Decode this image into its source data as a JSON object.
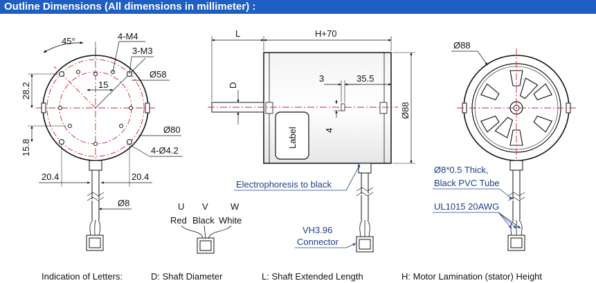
{
  "header": {
    "title": "Outline Dimensions (All dimensions in millimeter) :"
  },
  "front_view": {
    "angle": "45°",
    "holes_a": "4-M4",
    "holes_b": "3-M3",
    "pcd_58": "Ø58",
    "pcd_80": "Ø80",
    "holes_c": "4-Ø4.2",
    "d_15": "15",
    "d_28_2": "28.2",
    "d_15_8": "15.8",
    "d_20_4_left": "20.4",
    "d_20_4_right": "20.4",
    "cable_dia": "Ø8"
  },
  "side_view": {
    "L": "L",
    "H70": "H+70",
    "D": "D",
    "d_3": "3",
    "d_35_5": "35.5",
    "d_4": "4",
    "dia_88": "Ø88",
    "label_text": "Label",
    "note_electro": "Electrophoresis to black",
    "note_connector_1": "VH3.96",
    "note_connector_2": "Connector"
  },
  "wires": {
    "U": "U",
    "V": "V",
    "W": "W",
    "red": "Red",
    "black": "Black",
    "white": "White"
  },
  "rear_view": {
    "dia_88": "Ø88",
    "tube_1": "Ø8*0.5 Thick,",
    "tube_2": "Black PVC Tube",
    "awg": "UL1015 20AWG"
  },
  "footer": {
    "indication": "Indication of Letters:",
    "d_def": "D: Shaft Diameter",
    "l_def": "L: Shaft Extended Length",
    "h_def": "H: Motor Lamination (stator) Height"
  },
  "colors": {
    "header": "#1f5ec3",
    "note": "#1c3f8c",
    "center": "#d0202a"
  }
}
